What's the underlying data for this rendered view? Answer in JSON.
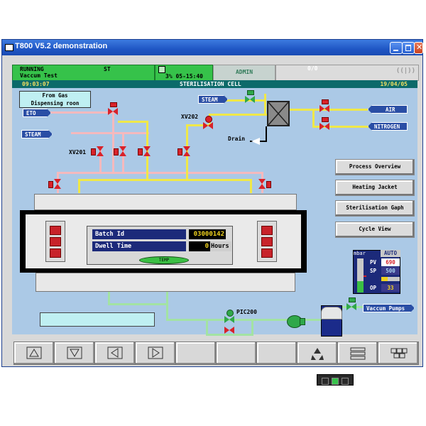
{
  "window": {
    "title": "T800 V5.2 demonstration"
  },
  "status": {
    "state": "RUNNING",
    "mode": "ST",
    "phase": "Vaccum Test",
    "progress_text": "3% 05-15:40",
    "user": "ADMIN",
    "counter": "0/0",
    "time": "09:03:07",
    "date": "19/04/05"
  },
  "header": {
    "title": "STERILISATION CELL"
  },
  "panel": {
    "source_note_line1": "From Gas",
    "source_note_line2": "Dispensing roon",
    "tags": {
      "eto": "ETO",
      "steam_left": "STEAM",
      "steam_top": "STEAM",
      "air": "AIR",
      "nitrogen": "NITROGEN",
      "vaccum_pumps": "Vaccum Pumps"
    },
    "labels": {
      "xv201": "XV201",
      "xv202": "XV202",
      "drain": "Drain",
      "pic200": "PIC200"
    }
  },
  "side_buttons": [
    {
      "label": "Process Overview"
    },
    {
      "label": "Heating Jacket"
    },
    {
      "label": "Sterilisation Gaph"
    },
    {
      "label": "Cycle View"
    }
  ],
  "batch": {
    "batch_id_label": "Batch Id",
    "batch_id_value": "03000142",
    "dwell_label": "Dwell Time",
    "dwell_value": "0",
    "dwell_unit": "Hours",
    "temp_button": "TEMP"
  },
  "gauge": {
    "unit": "mbar",
    "mode": "AUTO",
    "pv_label": "PV",
    "pv_value": "690",
    "sp_label": "SP",
    "sp_value": "500",
    "op_label": "OP",
    "op_value": "33",
    "level_fraction": 0.33
  },
  "nav_buttons": [
    {
      "icon": "up-triangle-icon"
    },
    {
      "icon": "down-triangle-icon"
    },
    {
      "icon": "left-triangle-icon"
    },
    {
      "icon": "right-triangle-icon"
    },
    {
      "icon": "blank"
    },
    {
      "icon": "blank"
    },
    {
      "icon": "blank"
    },
    {
      "icon": "recycle-icon"
    },
    {
      "icon": "lines-icon"
    },
    {
      "icon": "grid-icon"
    }
  ],
  "colors": {
    "panel_bg": "#abc9e6",
    "header": "#0c6a6a",
    "status_green": "#36c24a",
    "tag_blue": "#2a4ea5",
    "valve_red": "#d8222a"
  }
}
